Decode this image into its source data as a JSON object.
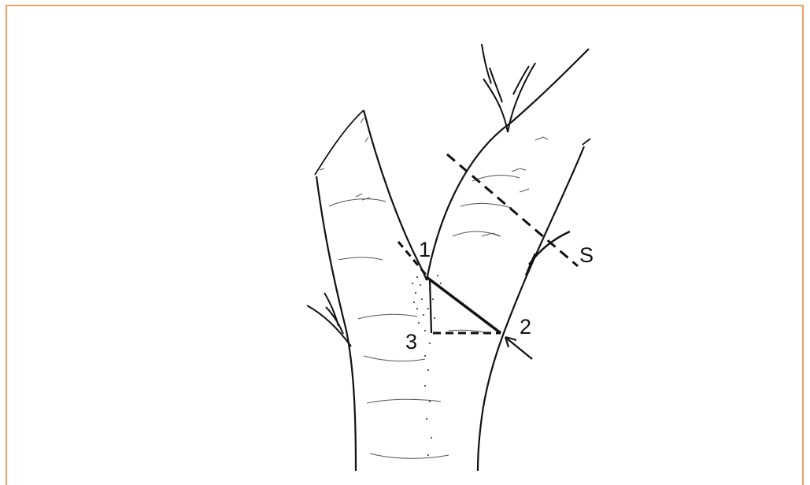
{
  "figure": {
    "labels": {
      "cut_1": "1",
      "cut_2": "2",
      "cut_3": "3",
      "cut_s": "S"
    },
    "colors": {
      "frame_border": "#f0a064",
      "ink": "#111111",
      "background": "#ffffff"
    }
  }
}
